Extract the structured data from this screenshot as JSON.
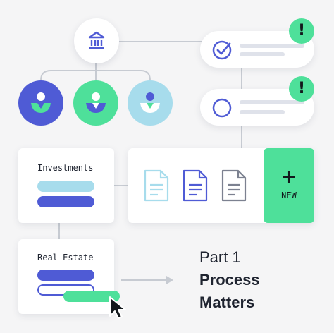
{
  "colors": {
    "background": "#f5f5f6",
    "indigo": "#4f5bd5",
    "green": "#4ee09a",
    "light_blue": "#a7dcec",
    "connector": "#c7cbd2",
    "text_dark": "#1f2430"
  },
  "top": {
    "bank_icon": "bank-icon",
    "avatars": [
      {
        "icon": "user-icon",
        "bg": "#4f5bd5"
      },
      {
        "icon": "user-icon",
        "bg": "#4ee09a"
      },
      {
        "icon": "user-icon",
        "bg": "#a7dcec"
      }
    ]
  },
  "tasks": [
    {
      "status": "checked",
      "icon": "check-circle-icon",
      "alert": "!"
    },
    {
      "status": "unchecked",
      "icon": "circle-icon",
      "alert": "!"
    }
  ],
  "left_cards": {
    "investments": {
      "title": "Investments"
    },
    "real_estate": {
      "title": "Real Estate"
    }
  },
  "documents": {
    "icons": [
      "document-icon",
      "document-icon",
      "document-icon"
    ],
    "new_button": {
      "symbol": "+",
      "label": "NEW"
    }
  },
  "caption": {
    "part": "Part 1",
    "line1": "Process",
    "line2": "Matters"
  }
}
